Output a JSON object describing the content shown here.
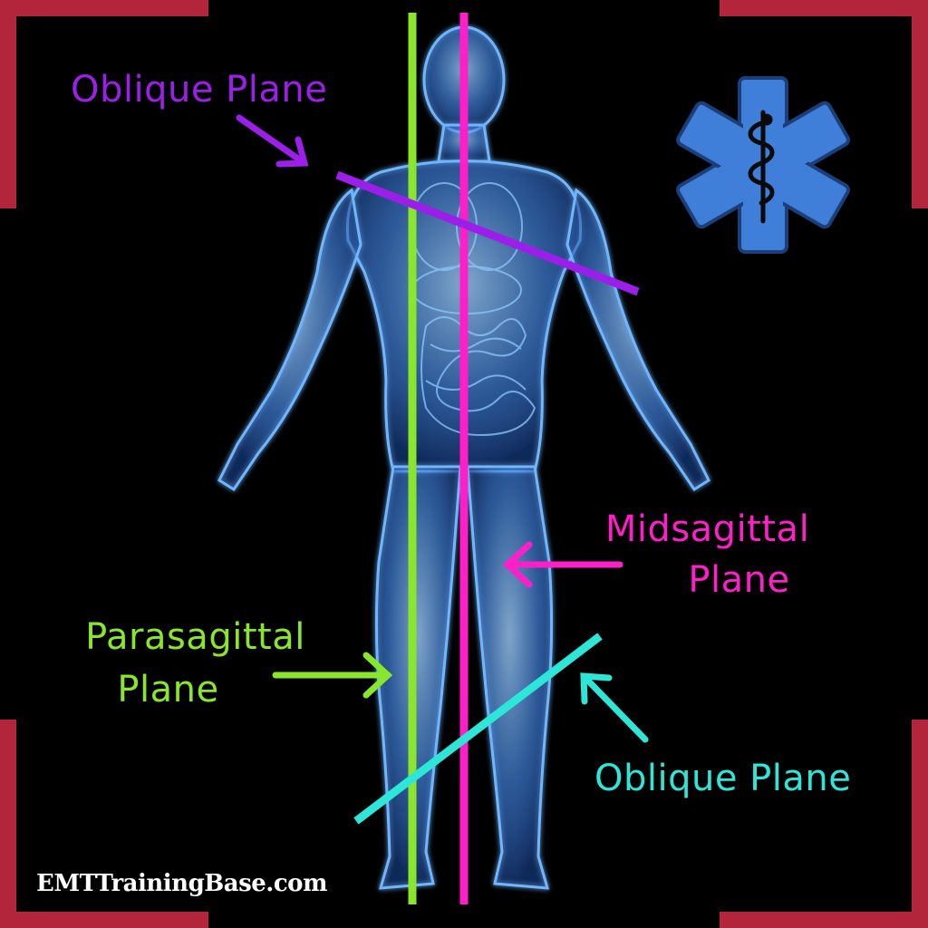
{
  "labels": {
    "oblique_top": "Oblique Plane",
    "midsagittal": [
      "Midsagittal",
      "Plane"
    ],
    "parasagittal": [
      "Parasagittal",
      "Plane"
    ],
    "oblique_bottom": "Oblique Plane"
  },
  "watermark": "EMTTrainingBase.com",
  "colors": {
    "background": "#000000",
    "corner_frame": "#b3253a",
    "oblique_top": "#9b1fe8",
    "midsagittal": "#ff1fc8",
    "parasagittal": "#8ae62a",
    "oblique_bottom": "#2de6d8",
    "body_glow": "#5fa8ff",
    "star_of_life": "#3f7fd9",
    "watermark": "#ffffff"
  },
  "icons": [
    "star-of-life-icon",
    "rod-of-asclepius-icon"
  ]
}
